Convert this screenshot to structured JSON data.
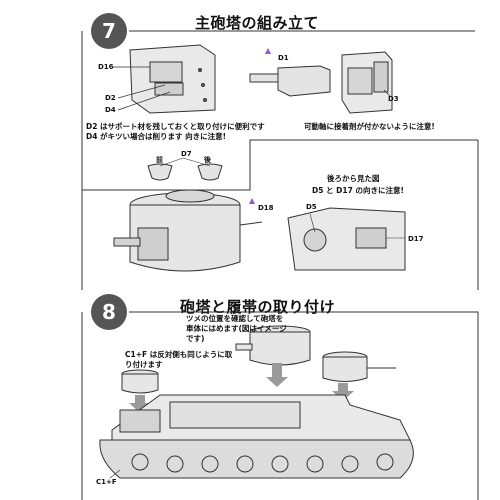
{
  "step7": {
    "number": "7",
    "title": "主砲塔の組み立て",
    "labels": {
      "d16": "D16",
      "d2": "D2",
      "d4": "D4",
      "d1": "D1",
      "d3": "D3",
      "d7": "D7",
      "front": "前",
      "rear": "後",
      "d18": "D18",
      "d5": "D5",
      "d17": "D17"
    },
    "note_left_1": "D2 はサポート材を残しておくと取り付けに便利です",
    "note_left_2": "D4 がキツい場合は削ります 向きに注意!",
    "note_right": "可動軸に接着剤が付かないように注意!",
    "rear_view_title": "後ろから見た図",
    "rear_view_note": "D5 と D17 の向きに注意!"
  },
  "step8": {
    "number": "8",
    "title": "砲塔と履帯の取り付け",
    "note_1": "ツメの位置を確認して砲塔を",
    "note_2": "車体にはめます(図はイメージ",
    "note_3": "です)",
    "note_4": "C1+F は反対側も同じように取",
    "note_5": "り付けます",
    "label_c1f_top": "C1+F",
    "label_c1f_bottom": "C1+F"
  }
}
